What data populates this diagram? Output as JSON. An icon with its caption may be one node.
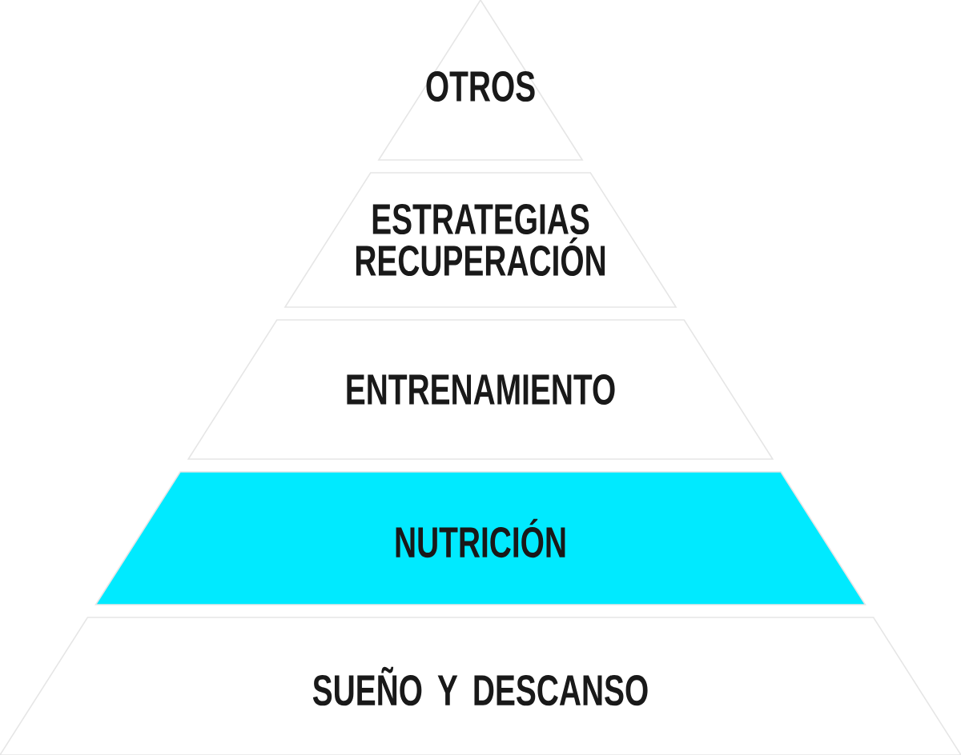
{
  "diagram": {
    "nodes": [
      {
        "text": [
          "OTROS"
        ]
      },
      {
        "text": [
          "ESTRATEGIAS RECUPERACIÓN"
        ]
      },
      {
        "text": [
          "ENTRENAMIENTO"
        ]
      },
      {
        "text": [
          "NUTRICIÓN"
        ]
      },
      {
        "text": [
          "SUEÑO Y DESCANSO"
        ]
      }
    ]
  }
}
